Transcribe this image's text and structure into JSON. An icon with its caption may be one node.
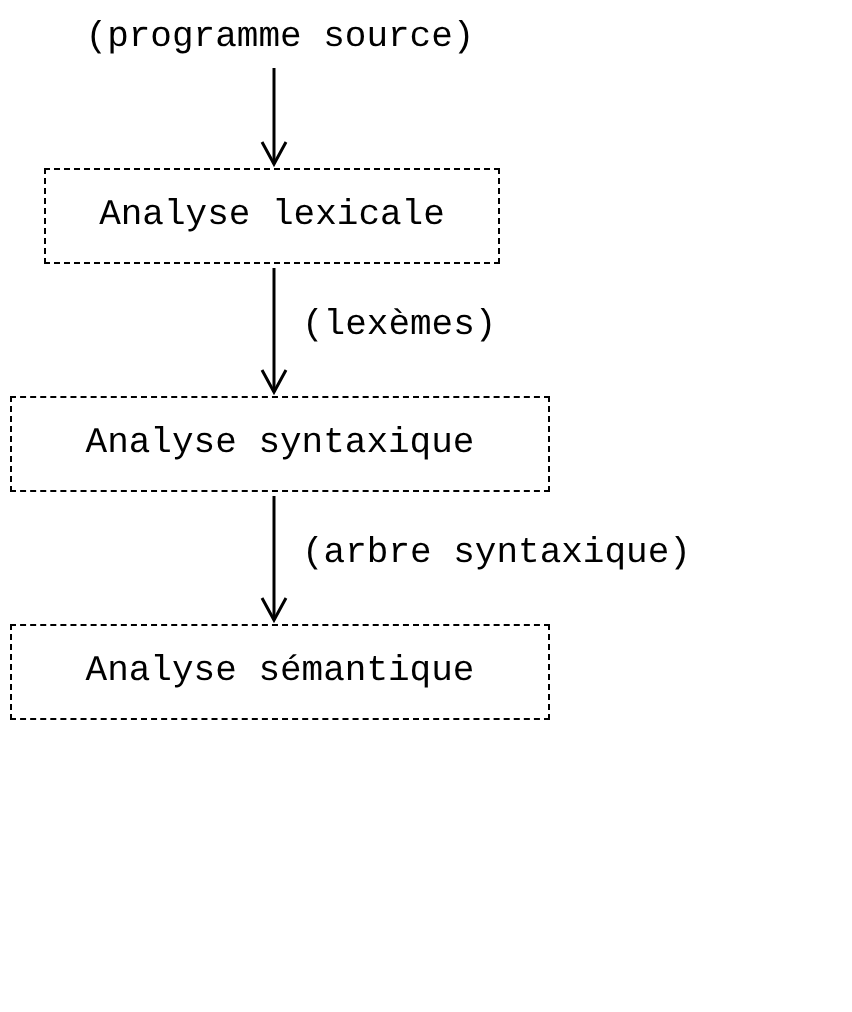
{
  "diagram": {
    "nodes": [
      {
        "text": [
          "(programme source)"
        ]
      },
      {
        "text": [
          "Analyse lexicale"
        ]
      },
      {
        "text": [
          "Analyse syntaxique"
        ]
      },
      {
        "text": [
          "Analyse sémantique"
        ]
      }
    ],
    "edges": [
      {
        "from": 0,
        "to": 1,
        "arrow": "to"
      },
      {
        "from": 1,
        "to": 2,
        "arrow": "to",
        "label": "(lexèmes)"
      },
      {
        "from": 2,
        "to": 3,
        "arrow": "to",
        "label": "(arbre syntaxique)"
      }
    ]
  }
}
